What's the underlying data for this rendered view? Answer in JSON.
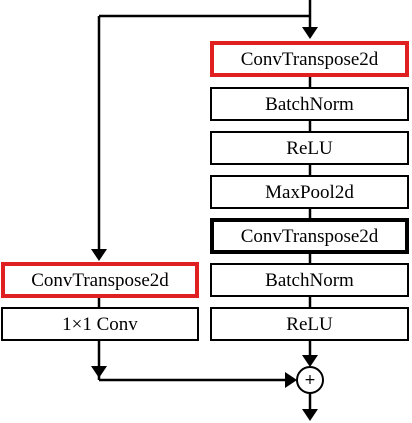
{
  "colors": {
    "line": "#000000",
    "highlight": "#e02020",
    "background": "#ffffff"
  },
  "main_branch": [
    {
      "label": "ConvTranspose2d",
      "style": "highlight-red"
    },
    {
      "label": "BatchNorm",
      "style": "normal"
    },
    {
      "label": "ReLU",
      "style": "normal"
    },
    {
      "label": "MaxPool2d",
      "style": "normal"
    },
    {
      "label": "ConvTranspose2d",
      "style": "bold"
    },
    {
      "label": "BatchNorm",
      "style": "normal"
    },
    {
      "label": "ReLU",
      "style": "normal"
    }
  ],
  "skip_branch": [
    {
      "label": "ConvTranspose2d",
      "style": "highlight-red"
    },
    {
      "label": "1×1 Conv",
      "style": "normal"
    }
  ],
  "merge": {
    "symbol": "+"
  }
}
